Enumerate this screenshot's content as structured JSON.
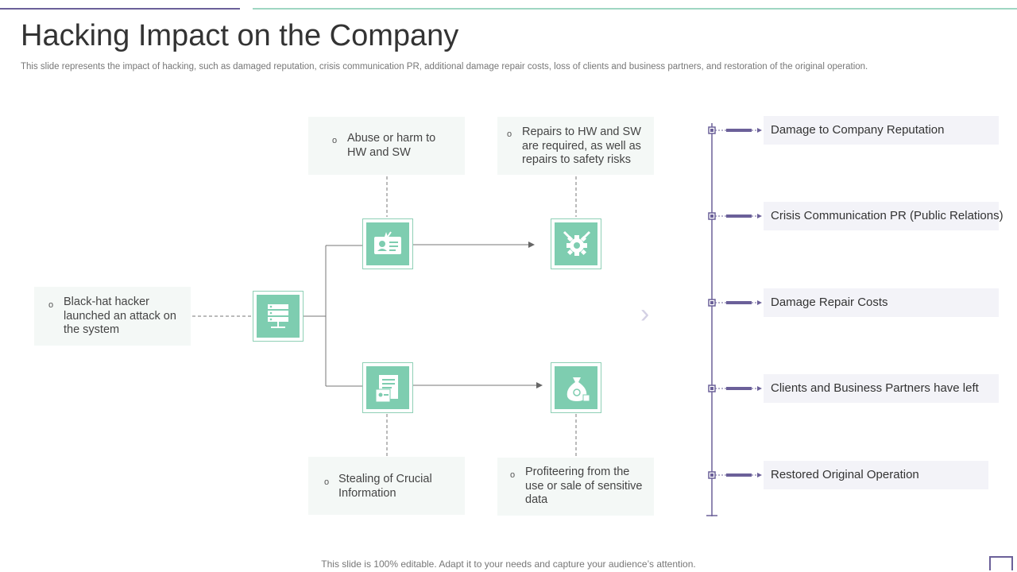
{
  "header": {
    "title": "Hacking Impact on the Company",
    "subtitle": "This slide represents the impact of hacking, such as damaged reputation, crisis communication PR, additional damage repair costs, loss of clients and business partners, and restoration of the original operation."
  },
  "flow": {
    "start": {
      "text": "Black-hat hacker launched an attack on the system",
      "icon": "server-icon"
    },
    "abuse": {
      "text": "Abuse or harm to HW and SW",
      "icon": "id-card-icon"
    },
    "repairs": {
      "text": "Repairs to HW and SW are required, as well as repairs to safety risks",
      "icon": "gear-wrench-icon"
    },
    "stealing": {
      "text": "Stealing of Crucial Information",
      "icon": "document-icon"
    },
    "profiteering": {
      "text": "Profiteering from the use or sale of sensitive data",
      "icon": "money-bag-icon"
    },
    "bullet": "o"
  },
  "impacts": [
    "Damage to Company Reputation",
    "Crisis Communication PR (Public Relations)",
    "Damage Repair Costs",
    "Clients and Business Partners have left",
    "Restored Original Operation"
  ],
  "chevron": "›",
  "footer": "This slide is 100% editable. Adapt it to your needs and capture your audience’s attention.",
  "colors": {
    "accent_purple": "#6b6099",
    "accent_green": "#7ecdb0",
    "box_bg": "#f4f8f6"
  }
}
